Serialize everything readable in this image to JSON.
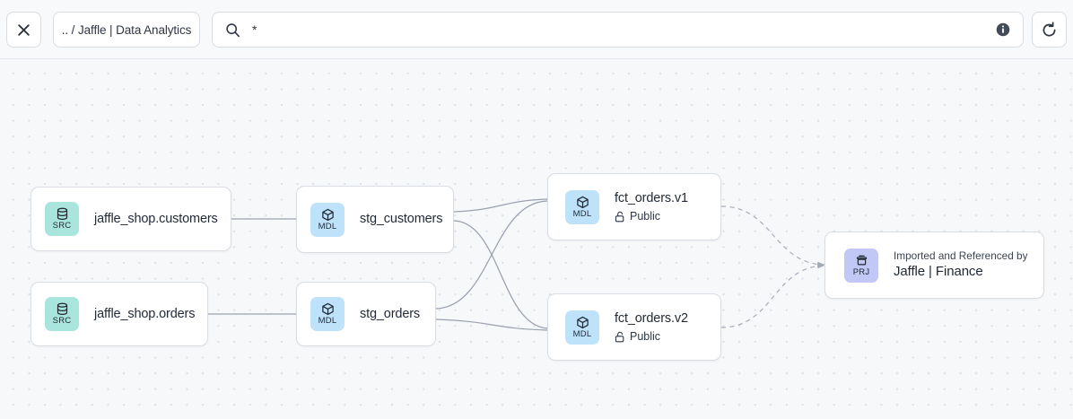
{
  "toolbar": {
    "close_icon": "close-icon",
    "close_label": "",
    "breadcrumb": ".. / Jaffle | Data Analytics",
    "search": {
      "icon": "search-icon",
      "value": "*",
      "placeholder": "",
      "info_icon": "info-icon"
    },
    "refresh_icon": "refresh-icon"
  },
  "canvas": {
    "nodes": [
      {
        "id": "src-customers",
        "type": "SRC",
        "icon": "database-icon",
        "title": "jaffle_shop.customers",
        "subtitle": null,
        "kicker": null
      },
      {
        "id": "src-orders",
        "type": "SRC",
        "icon": "database-icon",
        "title": "jaffle_shop.orders",
        "subtitle": null,
        "kicker": null
      },
      {
        "id": "stg-customers",
        "type": "MDL",
        "icon": "cube-icon",
        "title": "stg_customers",
        "subtitle": null,
        "kicker": null
      },
      {
        "id": "stg-orders",
        "type": "MDL",
        "icon": "cube-icon",
        "title": "stg_orders",
        "subtitle": null,
        "kicker": null
      },
      {
        "id": "fct-v1",
        "type": "MDL",
        "icon": "cube-icon",
        "title": "fct_orders.v1",
        "subtitle": "Public",
        "subtitle_icon": "unlock-icon",
        "kicker": null
      },
      {
        "id": "fct-v2",
        "type": "MDL",
        "icon": "cube-icon",
        "title": "fct_orders.v2",
        "subtitle": "Public",
        "subtitle_icon": "unlock-icon",
        "kicker": null
      },
      {
        "id": "prj",
        "type": "PRJ",
        "icon": "project-icon",
        "kicker": "Imported and Referenced by",
        "title": "Jaffle | Finance",
        "subtitle": null
      }
    ],
    "edges": [
      {
        "from": "src-customers",
        "to": "stg-customers",
        "style": "solid"
      },
      {
        "from": "src-orders",
        "to": "stg-orders",
        "style": "solid"
      },
      {
        "from": "stg-customers",
        "to": "fct-v1",
        "style": "solid"
      },
      {
        "from": "stg-customers",
        "to": "fct-v2",
        "style": "solid"
      },
      {
        "from": "stg-orders",
        "to": "fct-v1",
        "style": "solid"
      },
      {
        "from": "stg-orders",
        "to": "fct-v2",
        "style": "solid"
      },
      {
        "from": "fct-v1",
        "to": "prj",
        "style": "dashed"
      },
      {
        "from": "fct-v2",
        "to": "prj",
        "style": "dashed"
      }
    ]
  },
  "colors": {
    "canvas_bg": "#f7f8fa",
    "toolbar_bg": "#f8f9fb",
    "node_bg": "#ffffff",
    "node_border": "#d9dde4",
    "badge_src": "#a9e5dd",
    "badge_mdl": "#bfe2fb",
    "badge_prj": "#c2c8f5",
    "edge": "#9aa1ae",
    "text": "#232b38"
  },
  "labels": {
    "src": "SRC",
    "mdl": "MDL",
    "prj": "PRJ"
  }
}
